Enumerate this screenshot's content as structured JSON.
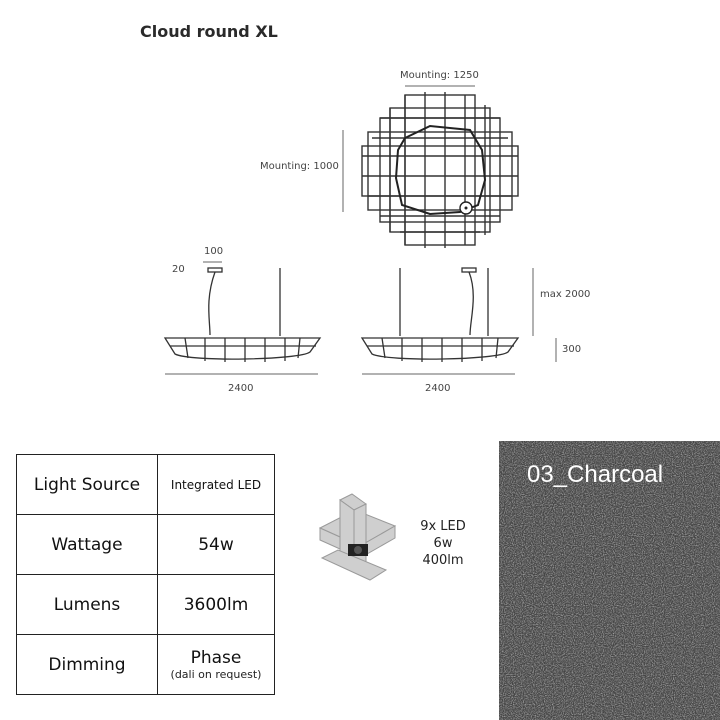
{
  "title": "Cloud round XL",
  "dimensions": {
    "mounting_width": "Mounting: 1250",
    "mounting_depth": "Mounting: 1000",
    "canopy_width": "100",
    "canopy_height": "20",
    "max_drop": "max 2000",
    "shade_height": "300",
    "length_left": "2400",
    "length_right": "2400"
  },
  "specs": [
    {
      "label": "Light Source",
      "value": "Integrated LED",
      "note": ""
    },
    {
      "label": "Wattage",
      "value": "54w",
      "note": ""
    },
    {
      "label": "Lumens",
      "value": "3600lm",
      "note": ""
    },
    {
      "label": "Dimming",
      "value": "Phase",
      "note": "(dali on request)"
    }
  ],
  "led_module": {
    "line1": "9x LED",
    "line2": "6w",
    "line3": "400lm"
  },
  "swatch": {
    "name": "03_Charcoal",
    "color": "#4a4a4a"
  }
}
